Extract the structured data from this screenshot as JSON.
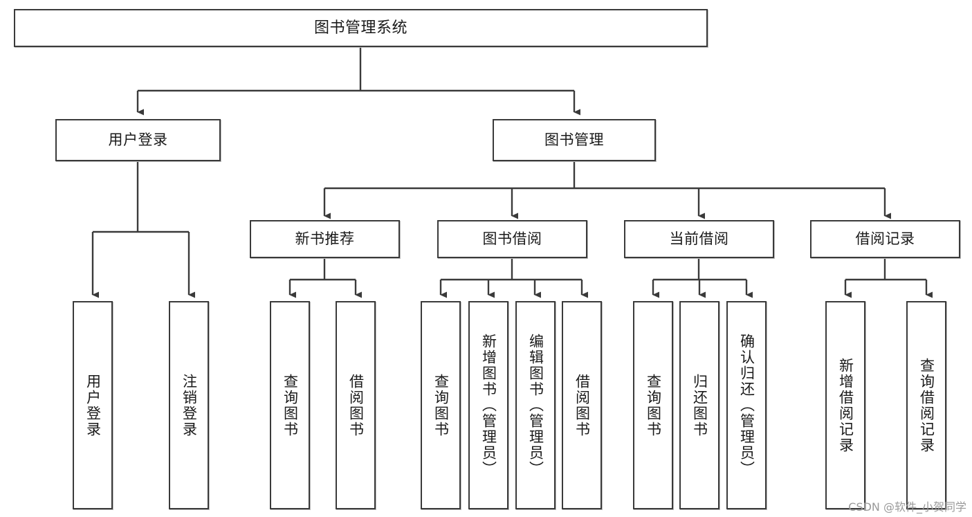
{
  "diagram": {
    "title": "图书管理系统",
    "type": "tree-hierarchy",
    "colors": {
      "box_border": "#3a3a3a",
      "box_fill": "#ffffff",
      "connector": "#3a3a3a",
      "watermark": "#9a9a9a",
      "background": "#ffffff"
    },
    "root": {
      "id": "root",
      "label": "图书管理系统"
    },
    "level1": [
      {
        "id": "user-login",
        "label": "用户登录"
      },
      {
        "id": "book-manage",
        "label": "图书管理"
      }
    ],
    "level2": [
      {
        "id": "new-book-rec",
        "label": "新书推荐",
        "parent": "book-manage"
      },
      {
        "id": "book-borrow",
        "label": "图书借阅",
        "parent": "book-manage"
      },
      {
        "id": "current-borrow",
        "label": "当前借阅",
        "parent": "book-manage"
      },
      {
        "id": "borrow-record",
        "label": "借阅记录",
        "parent": "book-manage"
      }
    ],
    "leaves": {
      "user-login": [
        {
          "id": "leaf-user-login",
          "label": "用户登录"
        },
        {
          "id": "leaf-logout",
          "label": "注销登录"
        }
      ],
      "new-book-rec": [
        {
          "id": "leaf-query-book-1",
          "label": "查询图书"
        },
        {
          "id": "leaf-borrow-book-1",
          "label": "借阅图书"
        }
      ],
      "book-borrow": [
        {
          "id": "leaf-query-book-2",
          "label": "查询图书"
        },
        {
          "id": "leaf-add-book",
          "label": "新增图书（管理员）"
        },
        {
          "id": "leaf-edit-book",
          "label": "编辑图书（管理员）"
        },
        {
          "id": "leaf-borrow-book-2",
          "label": "借阅图书"
        }
      ],
      "current-borrow": [
        {
          "id": "leaf-query-book-3",
          "label": "查询图书"
        },
        {
          "id": "leaf-return-book",
          "label": "归还图书"
        },
        {
          "id": "leaf-confirm-return",
          "label": "确认归还（管理员）"
        }
      ],
      "borrow-record": [
        {
          "id": "leaf-add-record",
          "label": "新增借阅记录"
        },
        {
          "id": "leaf-query-record",
          "label": "查询借阅记录"
        }
      ]
    },
    "watermark": "CSDN @软件_小贺同学"
  }
}
